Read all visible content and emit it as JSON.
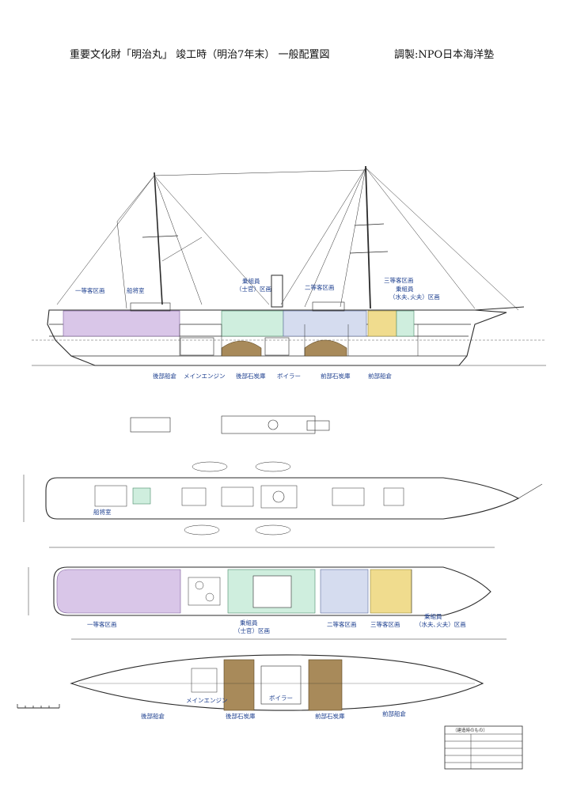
{
  "header": {
    "title": "重要文化財「明治丸」 竣工時（明治7年末） 一般配置図",
    "credit": "調製:NPO日本海洋塾"
  },
  "profile_labels": {
    "first_class": "一等客区画",
    "officer_room": "船将室",
    "crew_officers_a": "乗組員",
    "crew_officers_b": "（士官）区画",
    "second_class": "二等客区画",
    "third_class": "三等客区画",
    "crew_sailors_a": "乗組員",
    "crew_sailors_b": "（水夫､火夫）区画",
    "aft_hold": "後部船倉",
    "main_engine": "メインエンジン",
    "aft_coal": "後部石炭庫",
    "boiler": "ボイラー",
    "fwd_coal": "前部石炭庫",
    "fwd_hold": "前部船倉"
  },
  "upper_deck_labels": {
    "officer_room": "船将室"
  },
  "main_deck_labels": {
    "first_class": "一等客区画",
    "crew_officers_a": "乗組員",
    "crew_officers_b": "（士官）区画",
    "second_class": "二等客区画",
    "third_class": "三等客区画",
    "crew_sailors_a": "乗組員",
    "crew_sailors_b": "（水夫､火夫）区画"
  },
  "hold_labels": {
    "main_engine": "メインエンジン",
    "boiler": "ボイラー",
    "aft_hold": "後部船倉",
    "aft_coal": "後部石炭庫",
    "fwd_coal": "前部石炭庫",
    "fwd_hold": "前部船倉"
  },
  "stamp": {
    "heading": "（建造時のもの）"
  },
  "colors": {
    "first_class": "#d9c6e8",
    "crew_officers": "#cfeede",
    "second_class": "#d5dcef",
    "third_class": "#f0dc8e",
    "coal": "#a88a5a",
    "line": "#2a2a2a",
    "label": "#1d3f8f"
  }
}
